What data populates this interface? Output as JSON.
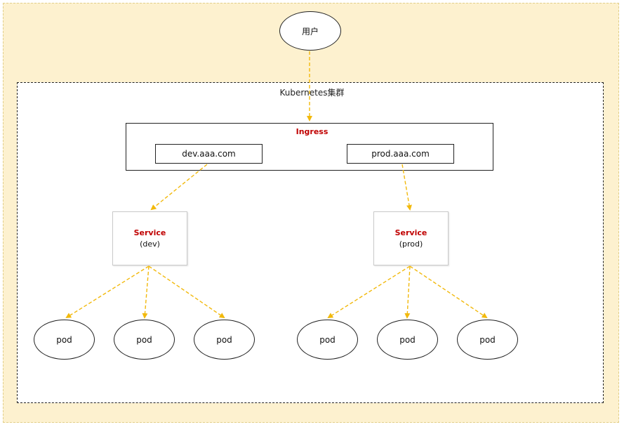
{
  "user_label": "用户",
  "cluster_label": "Kubernetes集群",
  "ingress": {
    "title": "Ingress",
    "hosts": [
      "dev.aaa.com",
      "prod.aaa.com"
    ]
  },
  "services": [
    {
      "title": "Service",
      "env": "(dev)"
    },
    {
      "title": "Service",
      "env": "(prod)"
    }
  ],
  "pod_label": "pod",
  "colors": {
    "arrow": "#f2b90c",
    "service_title": "#c00000",
    "background": "#fdf1cf"
  }
}
